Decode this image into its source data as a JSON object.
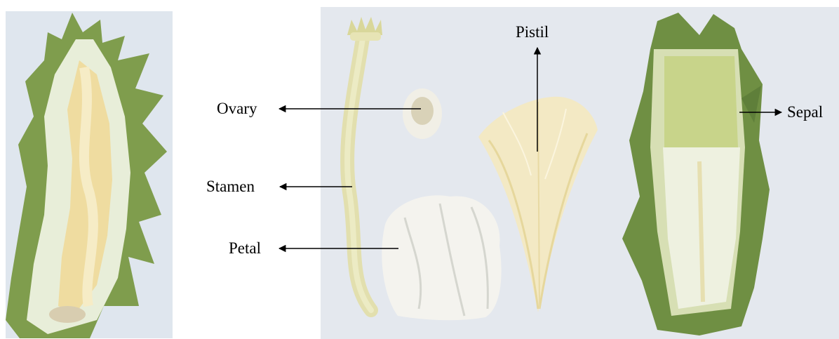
{
  "figure": {
    "labels": {
      "ovary": "Ovary",
      "stamen": "Stamen",
      "petal": "Petal",
      "pistil": "Pistil",
      "sepal": "Sepal"
    },
    "colors": {
      "background_left": "#dfe6ee",
      "background_main": "#e4e8ee",
      "sepal_green": "#6f8f43",
      "flesh_yellow": "#efe4b3",
      "petal_white": "#f4f3ee",
      "filament_cream": "#f3e9c4",
      "annotation": "#000000"
    }
  }
}
